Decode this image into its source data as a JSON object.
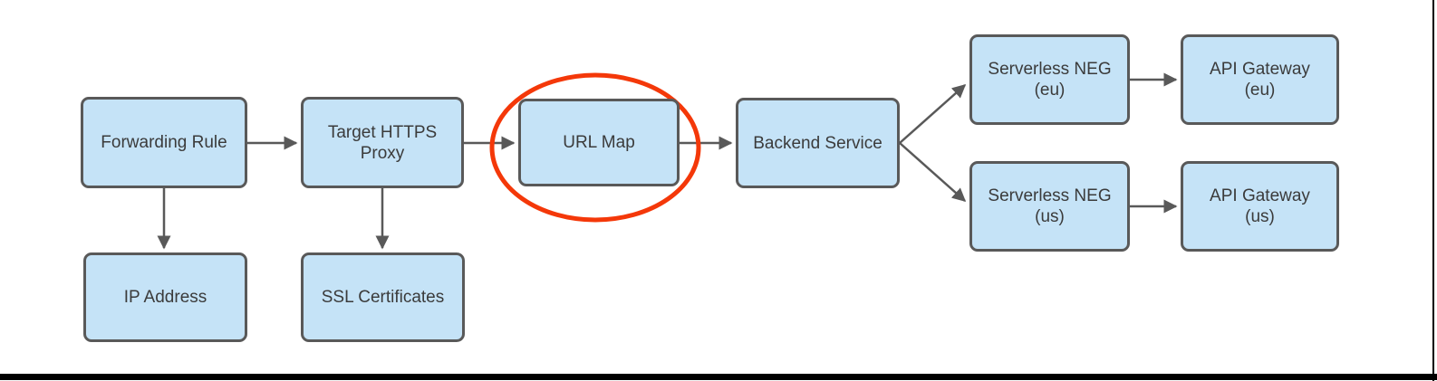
{
  "diagram": {
    "nodes": [
      {
        "id": "forwarding-rule",
        "lines": [
          "Forwarding Rule"
        ]
      },
      {
        "id": "target-https-proxy",
        "lines": [
          "Target HTTPS",
          "Proxy"
        ]
      },
      {
        "id": "url-map",
        "lines": [
          "URL Map"
        ]
      },
      {
        "id": "backend-service",
        "lines": [
          "Backend Service"
        ]
      },
      {
        "id": "serverless-neg-eu",
        "lines": [
          "Serverless NEG",
          "(eu)"
        ]
      },
      {
        "id": "api-gateway-eu",
        "lines": [
          "API Gateway",
          "(eu)"
        ]
      },
      {
        "id": "serverless-neg-us",
        "lines": [
          "Serverless NEG",
          "(us)"
        ]
      },
      {
        "id": "api-gateway-us",
        "lines": [
          "API Gateway",
          "(us)"
        ]
      },
      {
        "id": "ip-address",
        "lines": [
          "IP Address"
        ]
      },
      {
        "id": "ssl-certificates",
        "lines": [
          "SSL Certificates"
        ]
      }
    ],
    "edges": [
      {
        "from": "forwarding-rule",
        "to": "target-https-proxy"
      },
      {
        "from": "target-https-proxy",
        "to": "url-map"
      },
      {
        "from": "url-map",
        "to": "backend-service"
      },
      {
        "from": "backend-service",
        "to": "serverless-neg-eu"
      },
      {
        "from": "backend-service",
        "to": "serverless-neg-us"
      },
      {
        "from": "serverless-neg-eu",
        "to": "api-gateway-eu"
      },
      {
        "from": "serverless-neg-us",
        "to": "api-gateway-us"
      },
      {
        "from": "forwarding-rule",
        "to": "ip-address"
      },
      {
        "from": "target-https-proxy",
        "to": "ssl-certificates"
      }
    ],
    "highlight": {
      "shape": "ellipse",
      "target": "url-map",
      "color": "#f43809"
    },
    "colors": {
      "node_fill": "#c5e3f7",
      "node_border": "#595959",
      "arrow": "#595959",
      "text": "#3b3b3b",
      "highlight": "#f43809",
      "frame": "#000000"
    }
  }
}
